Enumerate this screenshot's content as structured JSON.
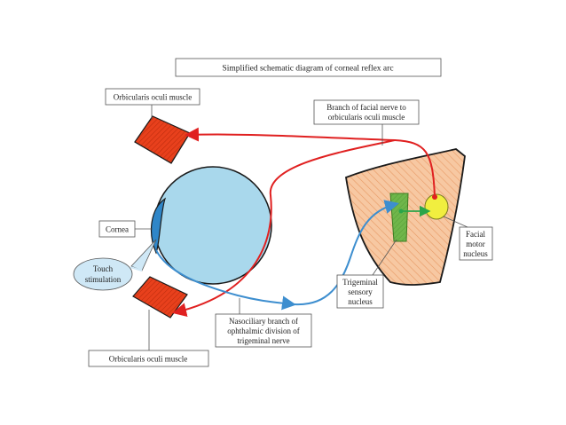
{
  "title": "Simplified schematic diagram of corneal reflex arc",
  "labels": {
    "orbicularis_top": "Orbicularis oculi muscle",
    "orbicularis_bottom": "Orbicularis oculi muscle",
    "cornea": "Cornea",
    "touch_line1": "Touch",
    "touch_line2": "stimulation",
    "facial_branch_line1": "Branch of facial nerve to",
    "facial_branch_line2": "orbicularis oculi muscle",
    "nasociliary_line1": "Nasociliary branch of",
    "nasociliary_line2": "ophthalmic division of",
    "nasociliary_line3": "trigeminal nerve",
    "trigeminal_line1": "Trigeminal",
    "trigeminal_line2": "sensory",
    "trigeminal_line3": "nucleus",
    "facial_motor_line1": "Facial",
    "facial_motor_line2": "motor",
    "facial_motor_line3": "nucleus"
  },
  "colors": {
    "muscle": "#e8401c",
    "eyeball": "#a9d8ec",
    "cornea": "#2f86c8",
    "brainstem": "#f4b58a",
    "trigeminal_nucleus": "#6fb64a",
    "facial_nucleus": "#f1ee3f",
    "motor_nerve": "#e02020",
    "sensory_nerve": "#3d8ecf",
    "interneuron": "#2aa54a",
    "touch_bubble": "#cfe8f6"
  }
}
